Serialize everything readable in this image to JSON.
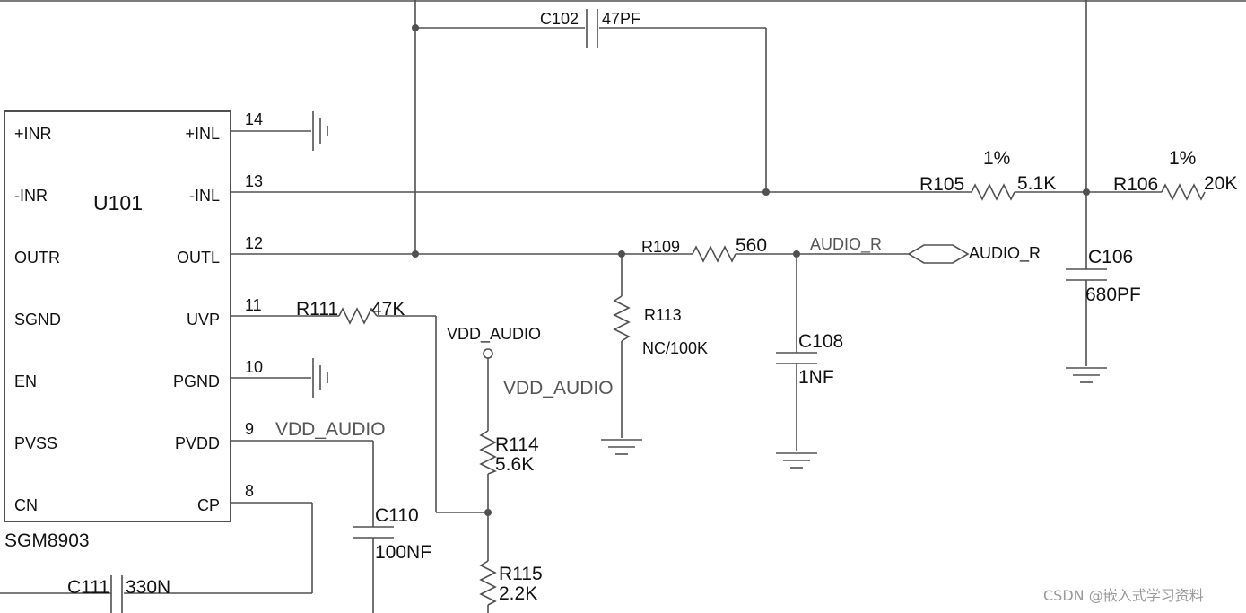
{
  "ic": {
    "ref": "U101",
    "part": "SGM8903",
    "left_pins": [
      "+INR",
      "-INR",
      "OUTR",
      "SGND",
      "EN",
      "PVSS",
      "CN"
    ],
    "right_pins": [
      "+INL",
      "-INL",
      "OUTL",
      "UVP",
      "PGND",
      "PVDD",
      "CP"
    ],
    "pin_numbers": [
      "14",
      "13",
      "12",
      "11",
      "10",
      "9",
      "8"
    ]
  },
  "components": {
    "c102": {
      "ref": "C102",
      "value": "47PF"
    },
    "r105": {
      "ref": "R105",
      "value": "5.1K",
      "tol": "1%"
    },
    "r106": {
      "ref": "R106",
      "value": "20K",
      "tol": "1%"
    },
    "r109": {
      "ref": "R109",
      "value": "560"
    },
    "r111": {
      "ref": "R111",
      "value": "47K"
    },
    "r113": {
      "ref": "R113",
      "value": "NC/100K"
    },
    "r114": {
      "ref": "R114",
      "value": "5.6K"
    },
    "r115": {
      "ref": "R115",
      "value": "2.2K"
    },
    "c106": {
      "ref": "C106",
      "value": "680PF"
    },
    "c108": {
      "ref": "C108",
      "value": "1NF"
    },
    "c110": {
      "ref": "C110",
      "value": "100NF"
    },
    "c111": {
      "ref": "C111",
      "value": "330N"
    }
  },
  "nets": {
    "audio_r_wire": "AUDIO_R",
    "audio_r_port": "AUDIO_R",
    "vdd_audio_port": "VDD_AUDIO",
    "vdd_audio_mid": "VDD_AUDIO",
    "vdd_audio_pvdd": "VDD_AUDIO"
  },
  "watermark": "CSDN @嵌入式学习资料"
}
